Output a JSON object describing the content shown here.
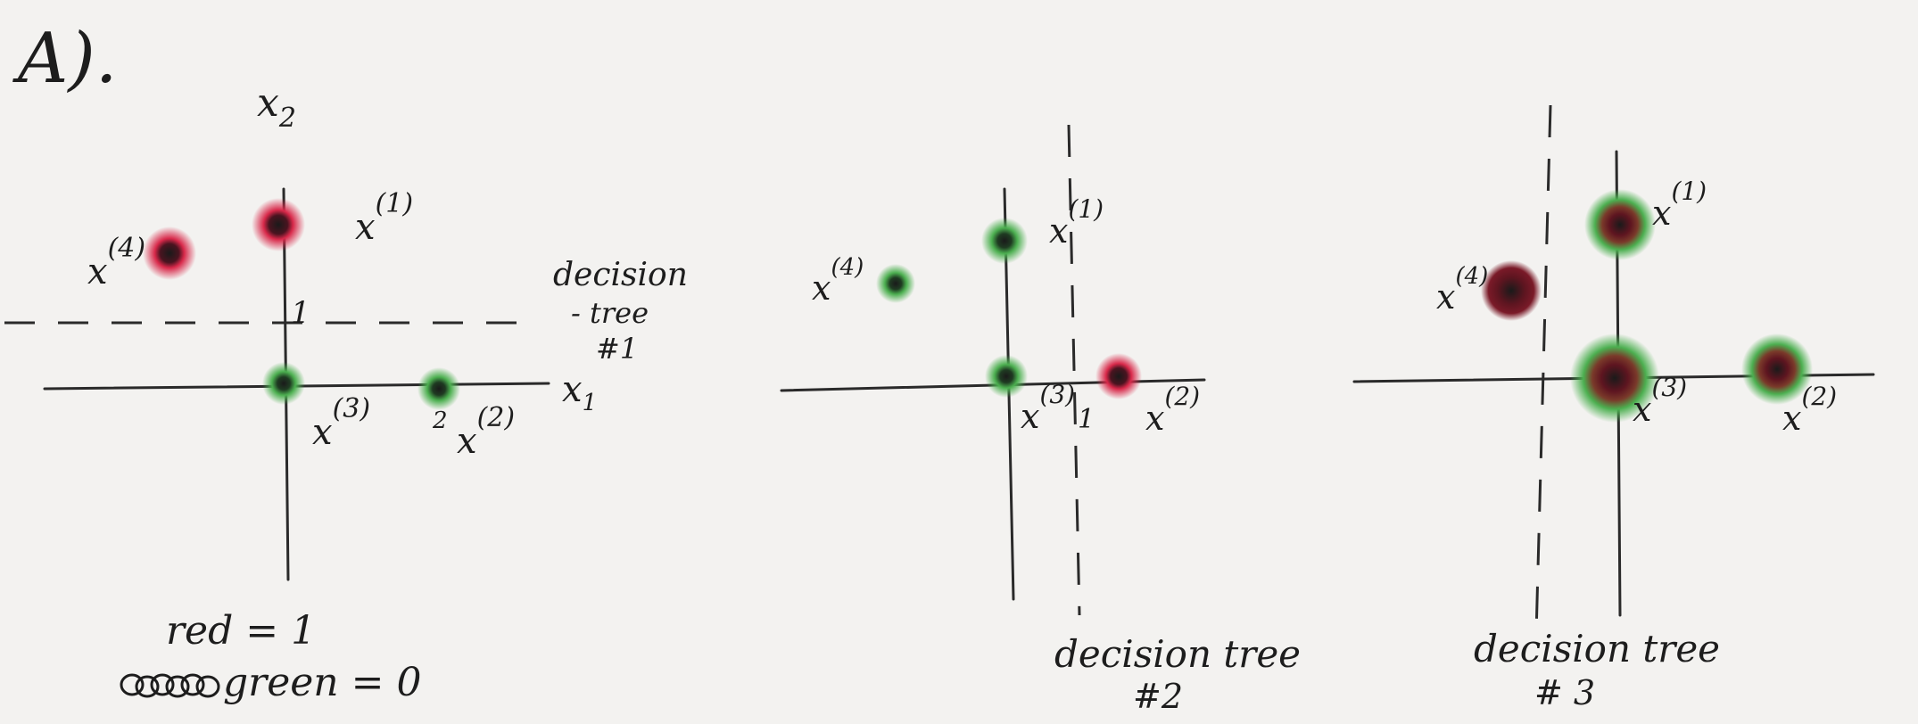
{
  "colors": {
    "red": "#d8294a",
    "red_dark": "#7a1a28",
    "green": "#4caf50",
    "ink": "#1d1d1d",
    "paper": "#f3f2f0"
  },
  "section_label": "A).",
  "panel1": {
    "x1_label": "x",
    "x1_sub": "1",
    "x2_label": "x",
    "x2_sub": "2",
    "tick_1": "1",
    "tick_2": "2",
    "p1": "x",
    "p1_sup": "(1)",
    "p2": "x",
    "p2_sup": "(2)",
    "p3": "x",
    "p3_sup": "(3)",
    "p4": "x",
    "p4_sup": "(4)",
    "tree_label_line1": "decision",
    "tree_label_line2": "- tree",
    "tree_label_line3": "#1",
    "legend_red": "red = 1",
    "legend_green": "green = 0"
  },
  "panel2": {
    "p1": "x",
    "p1_sup": "(1)",
    "p2": "x",
    "p2_sup": "(2)",
    "p3": "x",
    "p3_sup": "(3)",
    "p4": "x",
    "p4_sup": "(4)",
    "tick_1": "1",
    "caption_line1": "decision tree",
    "caption_line2": "#2"
  },
  "panel3": {
    "p1": "x",
    "p1_sup": "(1)",
    "p2": "x",
    "p2_sup": "(2)",
    "p3": "x",
    "p3_sup": "(3)",
    "p4": "x",
    "p4_sup": "(4)",
    "caption_line1": "decision tree",
    "caption_line2": "# 3"
  }
}
